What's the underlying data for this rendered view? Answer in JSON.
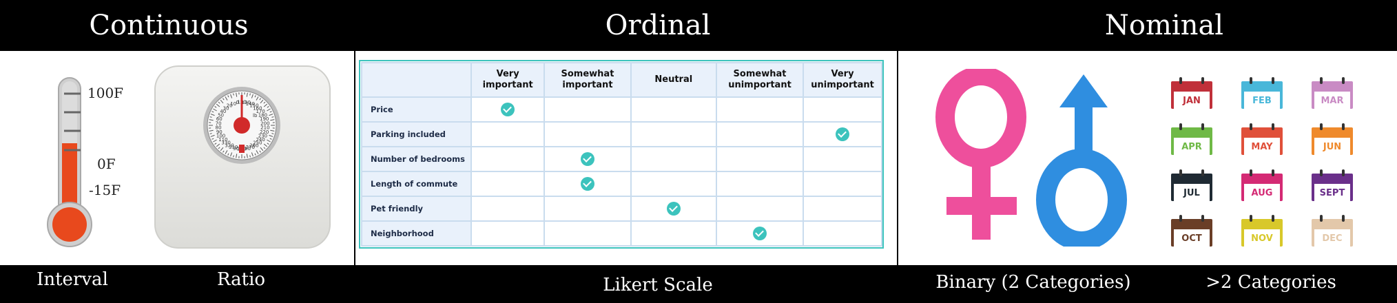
{
  "sections": {
    "continuous": {
      "title": "Continuous"
    },
    "ordinal": {
      "title": "Ordinal"
    },
    "nominal": {
      "title": "Nominal"
    }
  },
  "captions": {
    "interval": "Interval",
    "ratio": "Ratio",
    "likert": "Likert Scale",
    "binary": "Binary (2 Categories)",
    "multi": ">2 Categories"
  },
  "thermometer": {
    "high": "100F",
    "zero": "0F",
    "low": "-15F",
    "fill_level": 0.55
  },
  "scale": {
    "dial_ticks": [
      "120",
      "130",
      "140",
      "150",
      "160",
      "170",
      "180",
      "190",
      "200",
      "210",
      "220",
      "230",
      "240",
      "250",
      "260",
      "270",
      "280",
      "290",
      "300",
      "310",
      "320",
      "330",
      "110",
      "100",
      "90",
      "80",
      "70",
      "60",
      "50",
      "40",
      "30",
      "20",
      "10",
      "0"
    ],
    "dial_unit": "lb"
  },
  "likert": {
    "columns": [
      "Very important",
      "Somewhat important",
      "Neutral",
      "Somewhat unimportant",
      "Very unimportant"
    ],
    "rows": [
      {
        "label": "Price",
        "choice": 0
      },
      {
        "label": "Parking included",
        "choice": 4
      },
      {
        "label": "Number of bedrooms",
        "choice": 1
      },
      {
        "label": "Length of commute",
        "choice": 1
      },
      {
        "label": "Pet friendly",
        "choice": 2
      },
      {
        "label": "Neighborhood",
        "choice": 3
      }
    ]
  },
  "months": [
    {
      "label": "JAN",
      "color": "#c0303a"
    },
    {
      "label": "FEB",
      "color": "#49b7d9"
    },
    {
      "label": "MAR",
      "color": "#c98bc4"
    },
    {
      "label": "APR",
      "color": "#6fb946"
    },
    {
      "label": "MAY",
      "color": "#e0503a"
    },
    {
      "label": "JUN",
      "color": "#ef8a2c"
    },
    {
      "label": "JUL",
      "color": "#1f2a33"
    },
    {
      "label": "AUG",
      "color": "#d42a74"
    },
    {
      "label": "SEPT",
      "color": "#6a2f8a"
    },
    {
      "label": "OCT",
      "color": "#6a3e27"
    },
    {
      "label": "NOV",
      "color": "#d8c82a"
    },
    {
      "label": "DEC",
      "color": "#e3c8aa"
    }
  ],
  "colors": {
    "female": "#ee4f9c",
    "male": "#2f8ee0",
    "teal": "#3cc3bd",
    "thermo_red": "#e8491d"
  }
}
